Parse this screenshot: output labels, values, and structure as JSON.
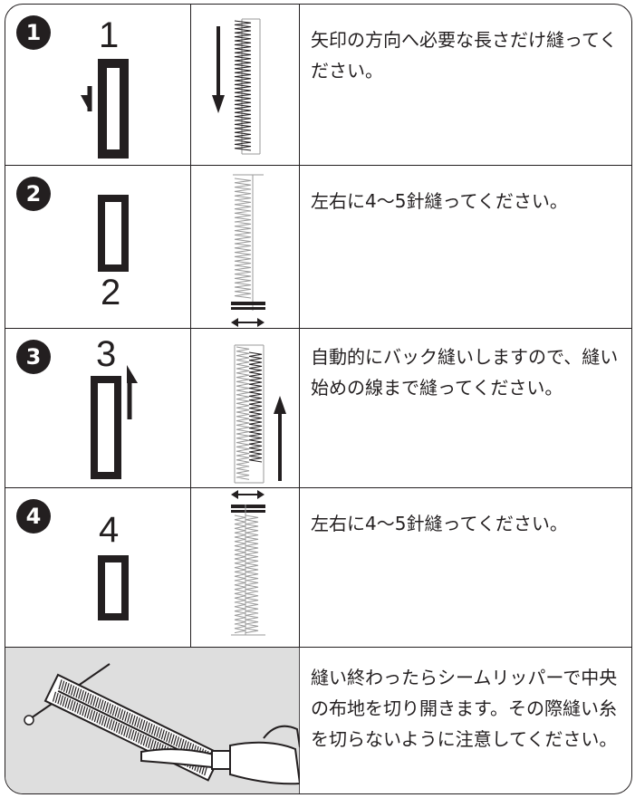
{
  "steps": [
    {
      "number": "1",
      "diagram_label": "1",
      "instruction": "矢印の方向へ必要な長さだけ縫ってください。"
    },
    {
      "number": "2",
      "diagram_label": "2",
      "instruction": "左右に4～5針縫ってください。"
    },
    {
      "number": "3",
      "diagram_label": "3",
      "instruction": "自動的にバック縫いしますので、縫い始めの線まで縫ってください。"
    },
    {
      "number": "4",
      "diagram_label": "4",
      "instruction": "左右に4～5針縫ってください。"
    }
  ],
  "final": {
    "instruction": "縫い終わったらシームリッパーで中央の布地を切り開きます。その際縫い糸を切らないように注意してください。"
  },
  "colors": {
    "ink": "#231f20",
    "gray": "#9a9a9a",
    "photo_bg": "#dedede"
  },
  "icons": [
    "circled-number-icon",
    "arrow-down-icon",
    "arrow-up-icon",
    "double-arrow-icon",
    "seam-ripper-icon"
  ]
}
